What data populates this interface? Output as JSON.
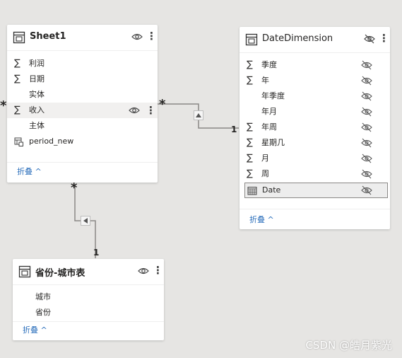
{
  "sheet1": {
    "title": "Sheet1",
    "fields": [
      {
        "label": "利润",
        "icon": "sigma"
      },
      {
        "label": "日期",
        "icon": "sigma"
      },
      {
        "label": "实体",
        "icon": "none"
      },
      {
        "label": "收入",
        "icon": "sigma"
      },
      {
        "label": "主体",
        "icon": "none"
      },
      {
        "label": "period_new",
        "icon": "calculated-table-icon"
      }
    ],
    "collapse_label": "折叠 ^"
  },
  "date_dimension": {
    "title": "DateDimension",
    "fields": [
      {
        "label": "季度",
        "icon": "sigma"
      },
      {
        "label": "年",
        "icon": "sigma"
      },
      {
        "label": "年季度",
        "icon": "none"
      },
      {
        "label": "年月",
        "icon": "none"
      },
      {
        "label": "年周",
        "icon": "sigma"
      },
      {
        "label": "星期几",
        "icon": "sigma"
      },
      {
        "label": "月",
        "icon": "sigma"
      },
      {
        "label": "周",
        "icon": "sigma"
      },
      {
        "label": "Date",
        "icon": "calendar-icon"
      }
    ],
    "collapse_label": "折叠 ^"
  },
  "province_city": {
    "title": "省份-城市表",
    "fields": [
      {
        "label": "城市",
        "icon": "none"
      },
      {
        "label": "省份",
        "icon": "none"
      }
    ],
    "collapse_label": "折叠 ^"
  },
  "relationships": {
    "sheet1_date_many": "*",
    "sheet1_date_one": "1",
    "sheet1_province_many": "*",
    "sheet1_province_one": "1",
    "left_edge_star": "*"
  },
  "watermark": "CSDN @皓月紫光",
  "colors": {
    "canvas": "#e6e5e3",
    "card": "#ffffff",
    "link": "#2a6ebb",
    "line": "#8a8886"
  }
}
